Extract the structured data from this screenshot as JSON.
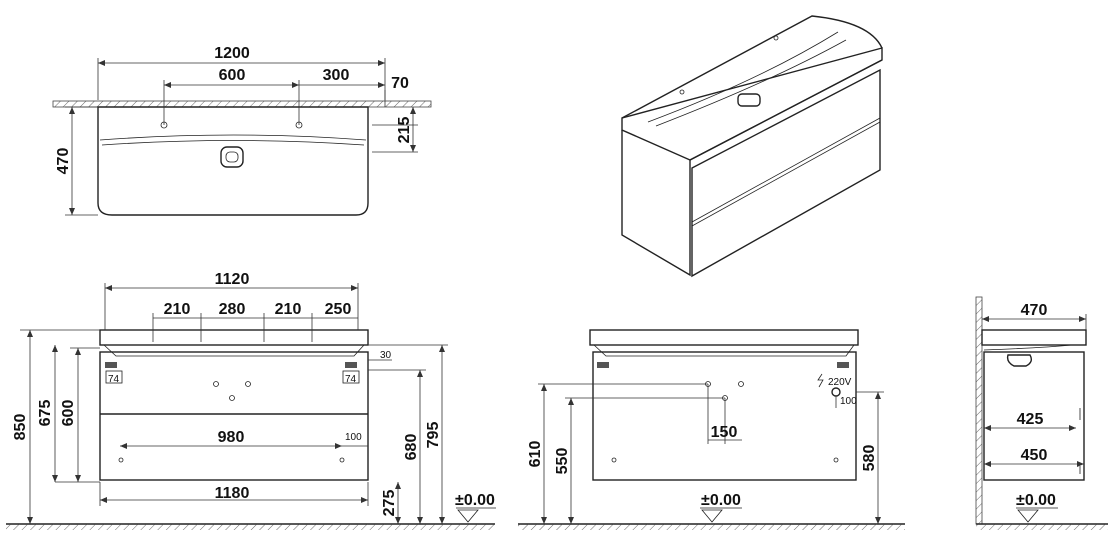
{
  "top_view": {
    "width_total": "1200",
    "tap_spacing": "600",
    "tap_offset": "300",
    "wall_gap": "70",
    "depth": "470",
    "tap_row_depth": "215"
  },
  "front_view": {
    "basin_width": "1120",
    "hole_spacing": [
      "210",
      "280",
      "210",
      "250"
    ],
    "side_gap": "30",
    "bracket_left": "74",
    "bracket_right": "74",
    "height_total": "850",
    "height_675": "675",
    "height_600": "600",
    "rail_width": "980",
    "rail_offset": "100",
    "cabinet_width": "1180",
    "floor_gap": "275",
    "height_680": "680",
    "height_795": "795",
    "level": "±0.00"
  },
  "rear_view": {
    "height_610": "610",
    "height_550": "550",
    "height_580": "580",
    "hole_offset": "150",
    "voltage": "220V",
    "socket_offset": "100",
    "level": "±0.00"
  },
  "side_view": {
    "depth_total": "470",
    "depth_inner": "425",
    "depth_drawer": "450",
    "level": "±0.00"
  }
}
